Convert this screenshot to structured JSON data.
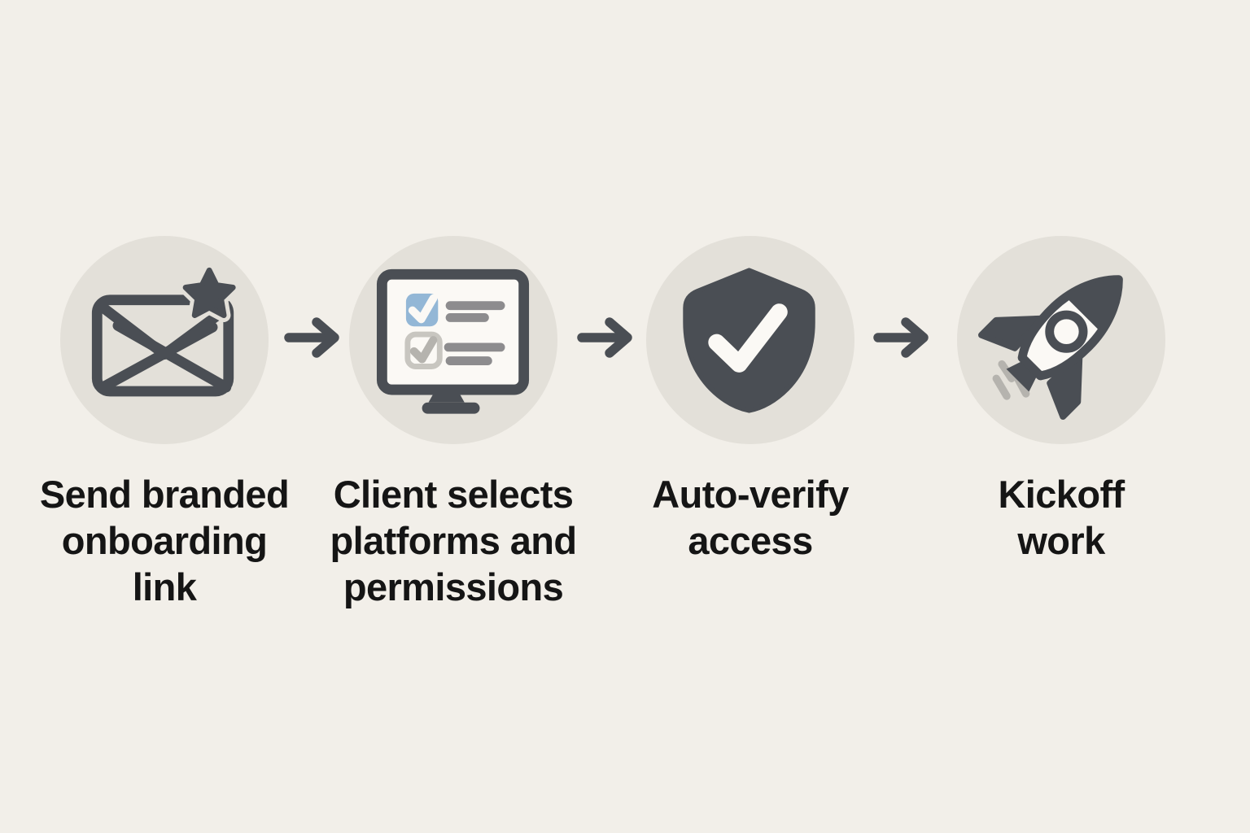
{
  "diagram": {
    "type": "process-flow",
    "direction": "left-to-right",
    "connector": "arrow-right",
    "steps": [
      {
        "id": 1,
        "icon": "envelope-star-icon",
        "label": "Send branded\nonboarding\nlink"
      },
      {
        "id": 2,
        "icon": "monitor-checklist-icon",
        "label": "Client selects\nplatforms and\npermissions"
      },
      {
        "id": 3,
        "icon": "shield-check-icon",
        "label": "Auto-verify\naccess"
      },
      {
        "id": 4,
        "icon": "rocket-icon",
        "label": "Kickoff\nwork"
      }
    ],
    "colors": {
      "background": "#f2efe9",
      "step_circle": "#e3e0d9",
      "icon_dark": "#4a4e54",
      "checkbox_blue": "#93b7d6",
      "detail_gray": "#8d8c8e",
      "outline_light_gray": "#c8c6c0",
      "speed_lines_gray": "#b5b3ae",
      "label_text": "#151515",
      "icon_white": "#fbf9f5"
    }
  }
}
